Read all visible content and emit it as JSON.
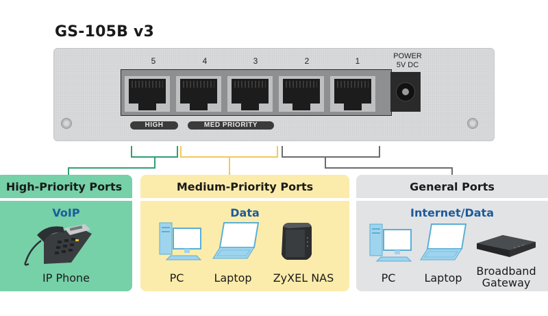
{
  "title": "GS-105B v3",
  "switch": {
    "ports": [
      "5",
      "4",
      "3",
      "2",
      "1"
    ],
    "power_label_line1": "POWER",
    "power_label_line2": "5V DC",
    "badges": {
      "high": "HIGH",
      "medium": "MED PRIORITY"
    }
  },
  "colors": {
    "high": "#76d0a8",
    "medium": "#fcecab",
    "general": "#e2e3e5",
    "high_line": "#2f9e72",
    "medium_line": "#f2c85b",
    "general_line": "#6b6b6b",
    "subtitle": "#1b5b9a"
  },
  "panels": {
    "high": {
      "title": "High-Priority Ports",
      "subtitle": "VoIP",
      "devices": [
        {
          "icon": "ip-phone-icon",
          "label": "IP Phone"
        }
      ]
    },
    "medium": {
      "title": "Medium-Priority Ports",
      "subtitle": "Data",
      "devices": [
        {
          "icon": "pc-icon",
          "label": "PC"
        },
        {
          "icon": "laptop-icon",
          "label": "Laptop"
        },
        {
          "icon": "nas-icon",
          "label": "ZyXEL NAS"
        }
      ]
    },
    "general": {
      "title": "General Ports",
      "subtitle": "Internet/Data",
      "devices": [
        {
          "icon": "pc-icon",
          "label": "PC"
        },
        {
          "icon": "laptop-icon",
          "label": "Laptop"
        },
        {
          "icon": "gateway-icon",
          "label": "Broadband Gateway",
          "label_line1": "Broadband",
          "label_line2": "Gateway"
        }
      ]
    }
  }
}
